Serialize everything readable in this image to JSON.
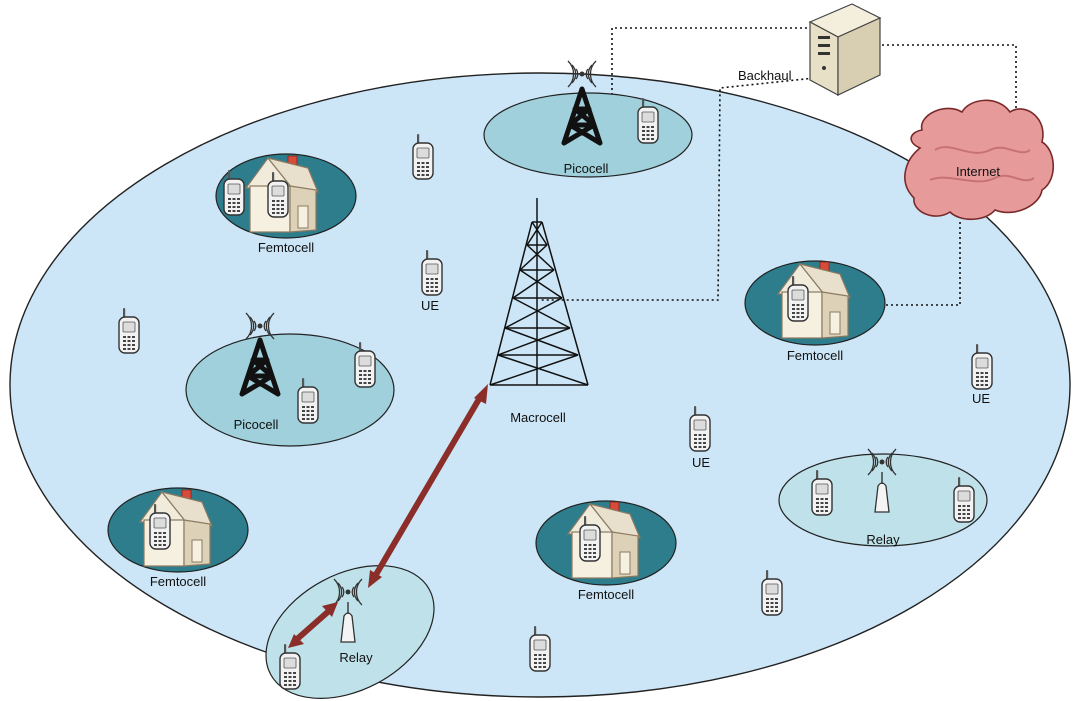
{
  "labels": {
    "backhaul": "Backhaul",
    "internet": "Internet",
    "macrocell": "Macrocell",
    "picocell_top": "Picocell",
    "picocell_left": "Picocell",
    "femtocell_top_left": "Femtocell",
    "femtocell_right": "Femtocell",
    "femtocell_bottom_left": "Femtocell",
    "femtocell_bottom_mid": "Femtocell",
    "relay_right": "Relay",
    "relay_bottom": "Relay",
    "ue_center": "UE",
    "ue_right": "UE",
    "ue_mid_right": "UE"
  },
  "colors": {
    "macro_fill": "#cce6f7",
    "pico_fill": "#9fd0dc",
    "femto_fill": "#2e7d8c",
    "relay_fill": "#bfe2ea",
    "cloud_fill": "#e79a9a",
    "arrow": "#8b2e2a"
  }
}
